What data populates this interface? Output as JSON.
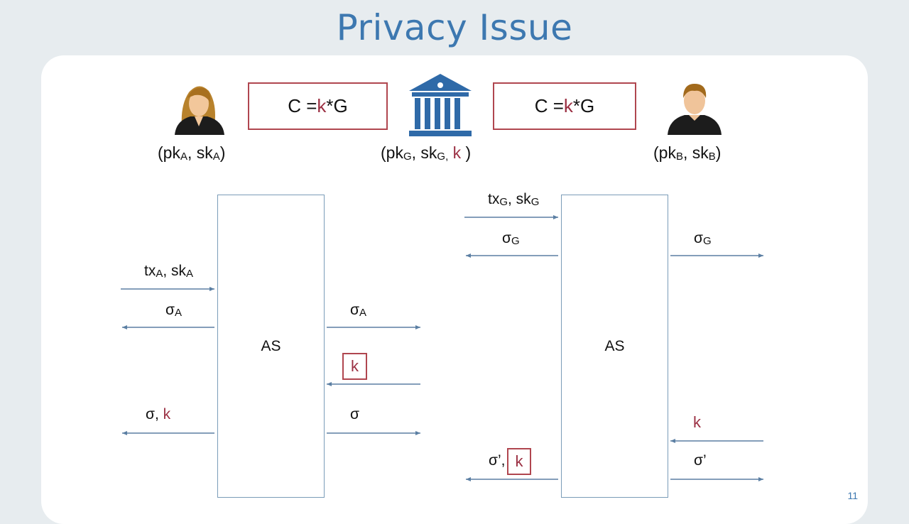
{
  "slide": {
    "title": "Privacy Issue",
    "page_number": "11"
  },
  "parties": {
    "alice": {
      "icon": "woman-user-icon",
      "paren_open": "(pk",
      "pk_sub": "A",
      "comma": ", sk",
      "sk_sub": "A",
      "paren_close": ")"
    },
    "bank": {
      "icon": "bank-building-icon",
      "paren_open": "(pk",
      "pk_sub": "G",
      "comma": ", sk",
      "sk_sub": "G,",
      "k": " k",
      "paren_close": " )"
    },
    "bob": {
      "icon": "man-user-icon",
      "paren_open": "(pk",
      "pk_sub": "B",
      "comma": ", sk",
      "sk_sub": "B",
      "paren_close": ")"
    }
  },
  "commitments": {
    "left": {
      "pre": "C = ",
      "k": "k",
      "post": "*G"
    },
    "right": {
      "pre": "C = ",
      "k": "k",
      "post": "*G"
    }
  },
  "protocol_left": {
    "box_label": "AS",
    "in_tx": "tx",
    "in_tx_sub": "A",
    "in_sk": ", sk",
    "in_sk_sub": "A",
    "sigma_a_left": "σ",
    "sigma_a_left_sub": "A",
    "sigma_a_right": "σ",
    "sigma_a_right_sub": "A",
    "k_boxed": "k",
    "sigma_k_sigma": "σ, ",
    "sigma_k_k": "k",
    "sigma_right": "σ"
  },
  "protocol_right": {
    "box_label": "AS",
    "in_tx": "tx",
    "in_tx_sub": "G",
    "in_sk": ", sk",
    "in_sk_sub": "G",
    "sigma_g_left": "σ",
    "sigma_g_left_sub": "G",
    "sigma_g_right": "σ",
    "sigma_g_right_sub": "G",
    "k_in": "k",
    "sigma_prime_right": "σ’",
    "sigma_prime_left": "σ’,",
    "k_boxed": "k"
  },
  "colors": {
    "title": "#3d78b0",
    "arrow": "#5b7fa3",
    "highlight_red": "#9b3043",
    "box_border_red": "#b0464f"
  }
}
